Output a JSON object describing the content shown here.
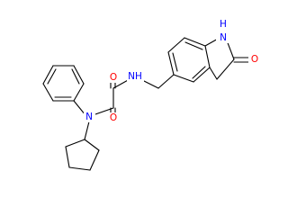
{
  "colors": {
    "bond": "#000000",
    "oxygen": "#ff0000",
    "nitrogen": "#0000ff",
    "background": "#ffffff"
  },
  "atoms": [
    {
      "id": "o_amide_left",
      "element": "O",
      "label": "O",
      "color": "#ff0000"
    },
    {
      "id": "o_amide_right",
      "element": "O",
      "label": "O",
      "color": "#ff0000"
    },
    {
      "id": "n_amide_nh",
      "element": "N",
      "label": "NH",
      "color": "#0000ff"
    },
    {
      "id": "n_indoline",
      "element": "N",
      "label": "NH",
      "color": "#0000ff"
    },
    {
      "id": "h_indoline",
      "element": "H",
      "label": "H",
      "color": "#0000ff"
    },
    {
      "id": "o_lactam",
      "element": "O",
      "label": "O",
      "color": "#ff0000"
    },
    {
      "id": "n_anilide",
      "element": "N",
      "label": "N",
      "color": "#0000ff"
    }
  ]
}
